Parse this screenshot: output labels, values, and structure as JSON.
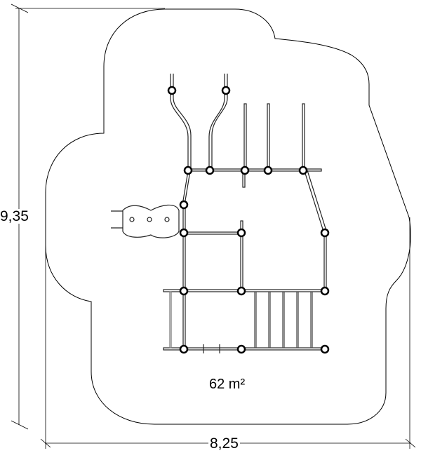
{
  "dimensions": {
    "width_label": "8,25",
    "height_label": "9,35"
  },
  "area_label": "62 m²",
  "colors": {
    "line": "#000000",
    "background": "#ffffff",
    "pipe": "#555555"
  }
}
